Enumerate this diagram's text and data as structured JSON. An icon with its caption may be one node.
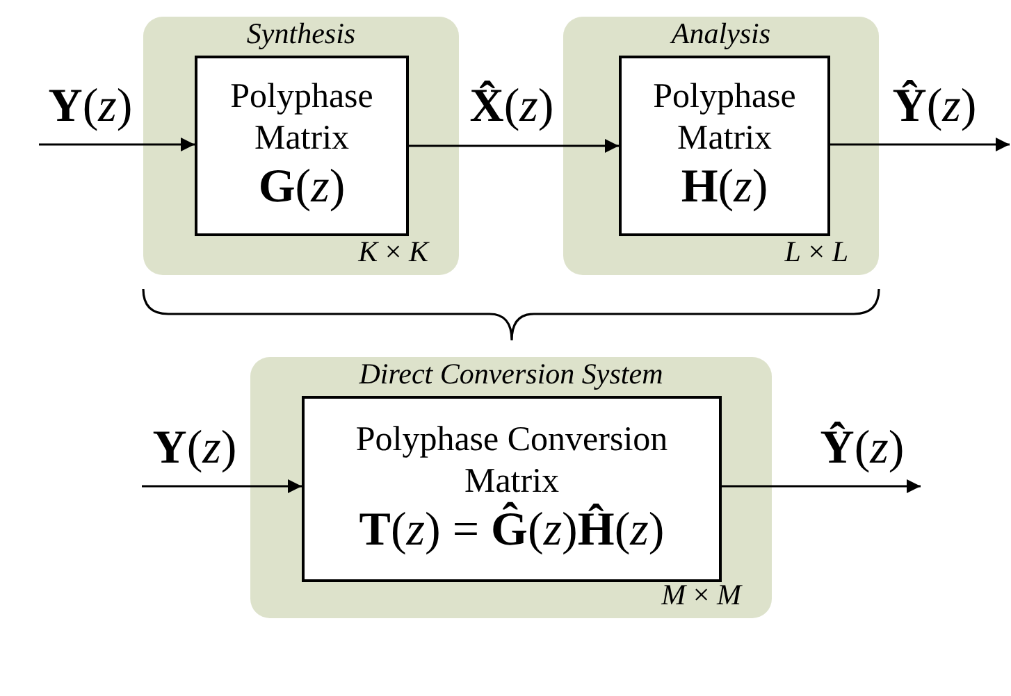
{
  "diagram": {
    "nodes": [
      {
        "text": [
          "Synthesis",
          "*K* × *K*"
        ]
      },
      {
        "text": [
          "Polyphase Matrix",
          "**G**(*z*)"
        ],
        "in": 0
      },
      {
        "text": [
          "Analysis",
          "*L* × *L*"
        ]
      },
      {
        "text": [
          "Polyphase Matrix",
          "**H**(*z*)"
        ],
        "in": 2
      },
      {
        "text": [
          "Direct Conversion System",
          "*M* × *M*"
        ]
      },
      {
        "text": [
          "Polyphase Conversion Matrix",
          "**T**(*z*) = **Ĝ**(*z*)**Ĥ**(*z*)"
        ],
        "in": 4
      }
    ],
    "edges": [
      {
        "from": null,
        "to": 1,
        "arrow": "to",
        "label": "**Y**(*z*)"
      },
      {
        "from": 1,
        "to": 3,
        "arrow": "to",
        "label": "**X̂**(*z*)"
      },
      {
        "from": 3,
        "to": null,
        "arrow": "to",
        "label": "**Ŷ**(*z*)"
      },
      {
        "from": null,
        "to": 5,
        "arrow": "to",
        "label": "**Y**(*z*)"
      },
      {
        "from": 5,
        "to": null,
        "arrow": "to",
        "label": "**Ŷ**(*z*)"
      }
    ]
  }
}
